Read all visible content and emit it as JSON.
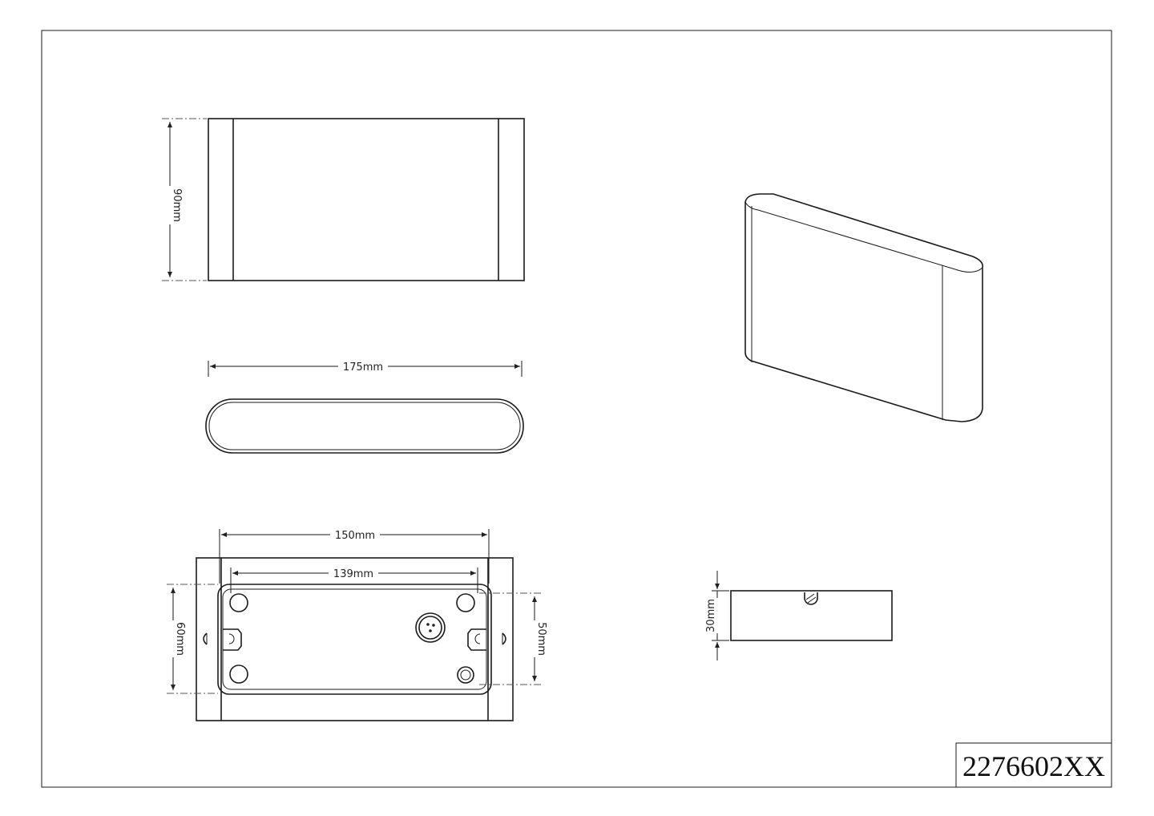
{
  "drawing": {
    "part_number": "2276602XX",
    "dimensions": {
      "height": "90mm",
      "width": "175mm",
      "base_width": "150mm",
      "hole_spacing_x": "139mm",
      "base_height": "60mm",
      "hole_spacing_y": "50mm",
      "depth": "30mm"
    }
  }
}
